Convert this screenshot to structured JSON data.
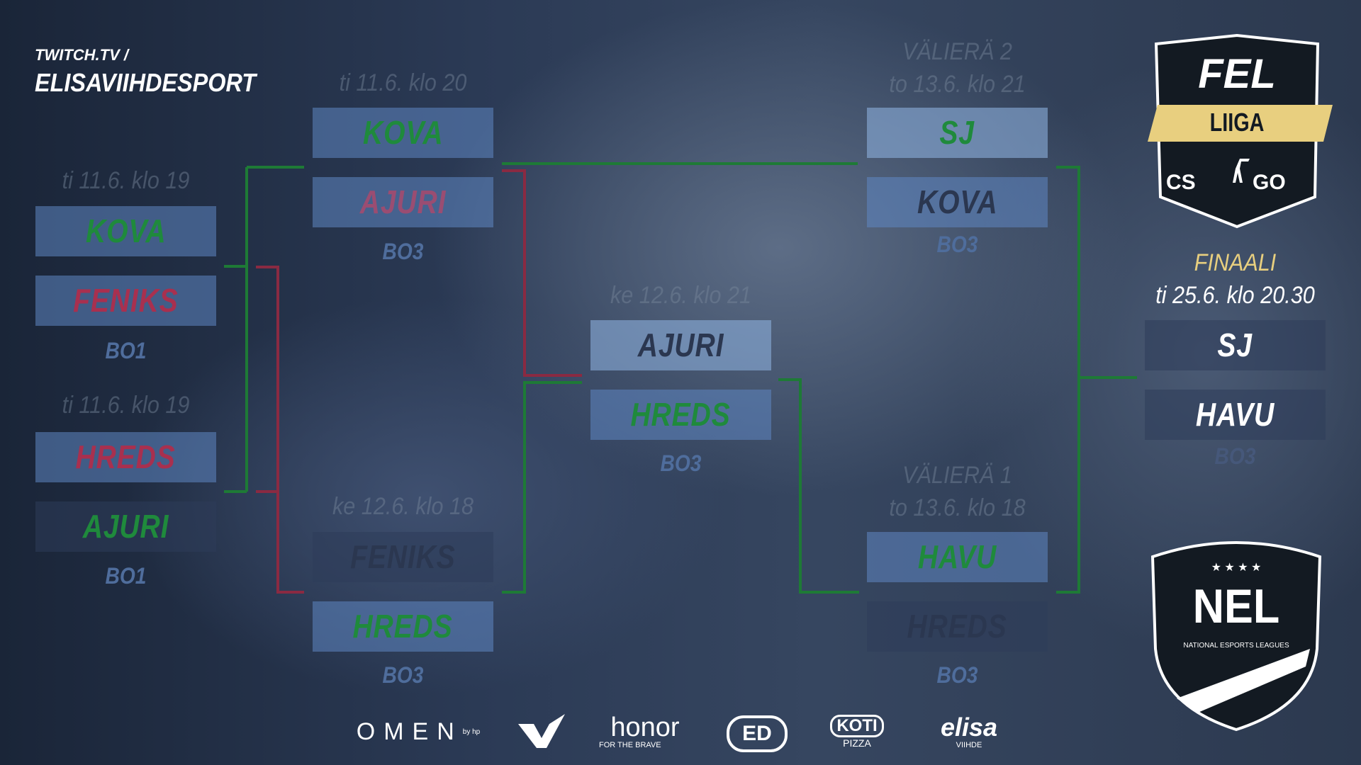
{
  "header": {
    "line1": "TWITCH.TV /",
    "line2": "ELISAVIIHDESPORT"
  },
  "round1": [
    {
      "date": "ti 11.6. klo 19",
      "team1": "KOVA",
      "team2": "FENIKS",
      "format": "BO1"
    },
    {
      "date": "ti 11.6. klo 19",
      "team1": "HREDS",
      "team2": "AJURI",
      "format": "BO1"
    }
  ],
  "round2": [
    {
      "date": "ti 11.6. klo 20",
      "team1": "KOVA",
      "team2": "AJURI",
      "format": "BO3"
    },
    {
      "date": "ke 12.6. klo 18",
      "team1": "FENIKS",
      "team2": "HREDS",
      "format": "BO3"
    }
  ],
  "round3": {
    "date": "ke 12.6. klo 21",
    "team1": "AJURI",
    "team2": "HREDS",
    "format": "BO3"
  },
  "semis": [
    {
      "title": "VÄLIERÄ 2",
      "date": "to 13.6. klo 21",
      "team1": "SJ",
      "team2": "KOVA",
      "format": "BO3"
    },
    {
      "title": "VÄLIERÄ 1",
      "date": "to 13.6. klo 18",
      "team1": "HAVU",
      "team2": "HREDS",
      "format": "BO3"
    }
  ],
  "final": {
    "title": "FINAALI",
    "date": "ti 25.6. klo 20.30",
    "team1": "SJ",
    "team2": "HAVU",
    "format": "BO3"
  },
  "logos": {
    "fel": "FEL",
    "liiga": "LIIGA",
    "csgo_left": "CS",
    "csgo_right": "GO",
    "nel": "NEL",
    "nel_sub": "NATIONAL ESPORTS LEAGUES"
  },
  "sponsors": {
    "omen": "OMEN",
    "omen_by": "by hp",
    "honor": "honor",
    "honor_sub": "FOR THE BRAVE",
    "ed": "ED",
    "koti": "KOTI",
    "koti_sub": "PIZZA",
    "elisa": "elisa",
    "elisa_sub": "VIIHDE"
  },
  "colors": {
    "winner": "#1f8a3c",
    "loser": "#a8304f",
    "gold": "#e8cf7f"
  }
}
